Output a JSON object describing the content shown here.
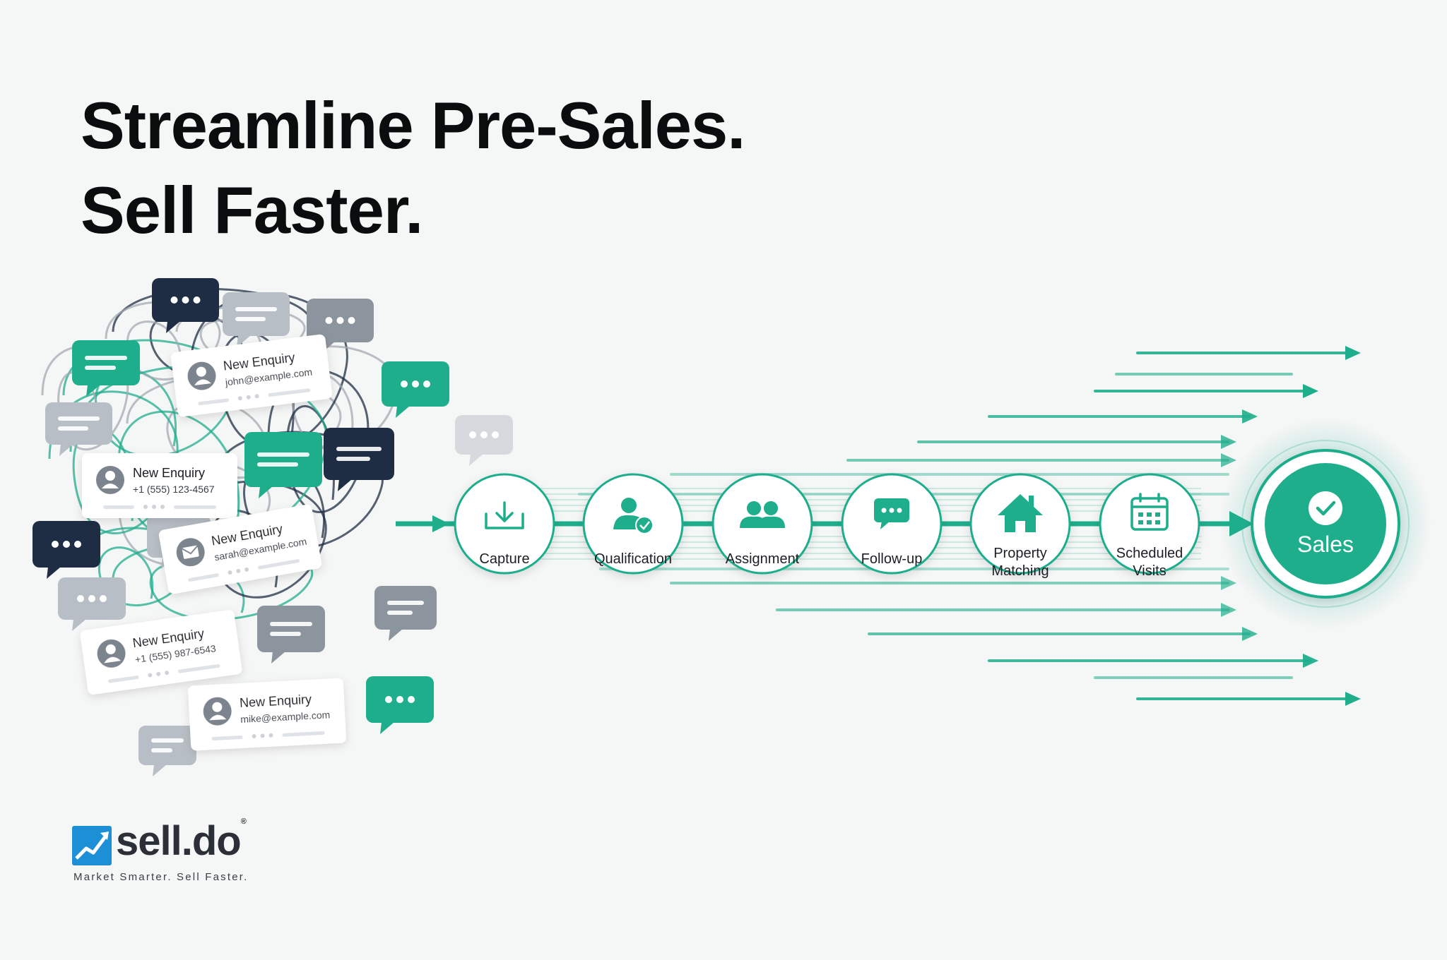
{
  "headline": {
    "line1": "Streamline Pre-Sales.",
    "line2": "Sell Faster."
  },
  "enquiries": [
    {
      "title": "New Enquiry",
      "detail": "john@example.com",
      "icon": "user-icon"
    },
    {
      "title": "New Enquiry",
      "detail": "+1 (555) 123-4567",
      "icon": "user-icon"
    },
    {
      "title": "New Enquiry",
      "detail": "sarah@example.com",
      "icon": "mail-icon"
    },
    {
      "title": "New Enquiry",
      "detail": "+1 (555) 987-6543",
      "icon": "user-icon"
    },
    {
      "title": "New Enquiry",
      "detail": "mike@example.com",
      "icon": "user-icon"
    }
  ],
  "pipeline": [
    {
      "label": "Capture",
      "icon": "download-icon"
    },
    {
      "label": "Qualification",
      "icon": "user-check-icon"
    },
    {
      "label": "Assignment",
      "icon": "users-icon"
    },
    {
      "label": "Follow-up",
      "icon": "chat-icon"
    },
    {
      "label": "Property\nMatching",
      "icon": "house-icon"
    },
    {
      "label": "Scheduled\nVisits",
      "icon": "calendar-icon"
    }
  ],
  "goal": {
    "label": "Sales",
    "icon": "check-icon"
  },
  "brand": {
    "name": "sell.do",
    "reg": "®",
    "tagline": "Market Smarter. Sell Faster."
  },
  "colors": {
    "teal": "#1fae8c",
    "navy": "#1f2d44",
    "gray": "#a3aab2",
    "ink": "#0b0c0e"
  }
}
